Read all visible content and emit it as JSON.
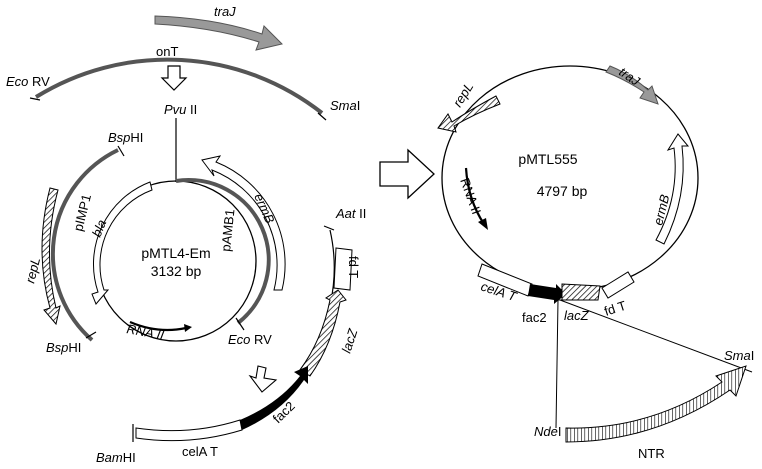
{
  "left_plasmid": {
    "name": "pMTL4-Em",
    "size": "3132 bp",
    "labels": {
      "traJ": "traJ",
      "onT": "onT",
      "eco_rv_top_a": "Eco",
      "eco_rv_top_b": " RV",
      "smai_a": "Sma",
      "smai_b": "I",
      "pvuii_a": "Pvu",
      "pvuii_b": " II",
      "bsphi_top_a": "Bsp",
      "bsphi_top_b": "HI",
      "pimp1": "pIMP1",
      "repl": "repL",
      "bla": "bla",
      "pamb1": "pAMB1",
      "ermb": "ermB",
      "aatii_a": "Aat",
      "aatii_b": " II",
      "fdt": "fd T",
      "lacz": "lacZ",
      "bsphi_bot_a": "Bsp",
      "bsphi_bot_b": "HI",
      "rna_ii": "RNA II",
      "eco_rv_bot_a": "Eco",
      "eco_rv_bot_b": " RV",
      "fac2": "fac2",
      "bamhi_a": "Bam",
      "bamhi_b": "HI",
      "cela_t": "celA T"
    }
  },
  "right_plasmid": {
    "name": "pMTL555",
    "size": "4797 bp",
    "labels": {
      "repl": "repL",
      "traj": "traJ",
      "rna_ii": "RNA II",
      "ermb": "ermB",
      "cela_t": "celA T",
      "fac2": "fac2",
      "lacz": "lacZ",
      "fdt": "fd T",
      "smai_a": "Sma",
      "smai_b": "I",
      "ndei_a": "Nde",
      "ndei_b": "I",
      "ntr": "NTR"
    }
  },
  "colors": {
    "dark_segment": "#555555",
    "gray_arrow": "#999999",
    "black_arrow": "#000000",
    "outline": "#000000",
    "fill_white": "#ffffff"
  }
}
